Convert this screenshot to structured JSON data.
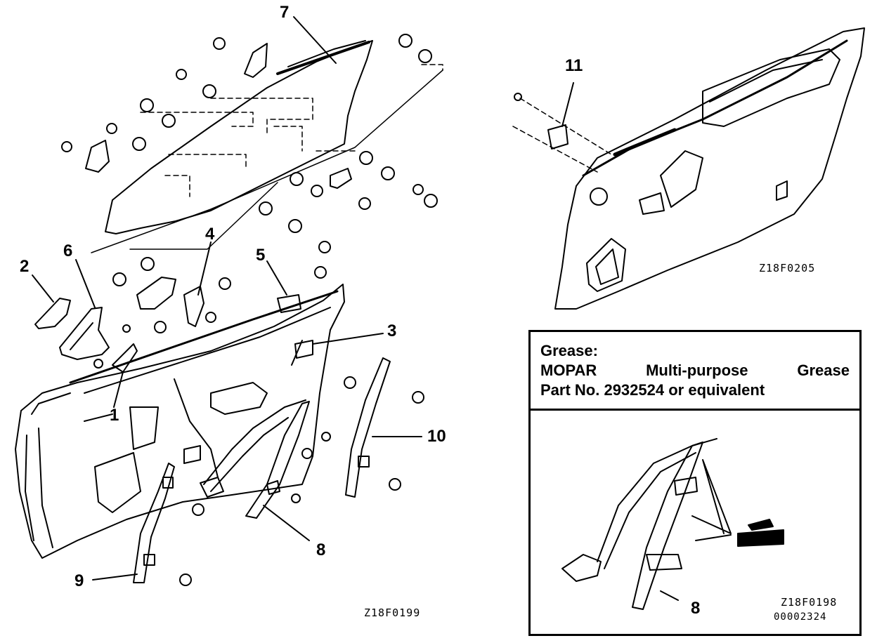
{
  "callouts": {
    "c1": "1",
    "c2": "2",
    "c3": "3",
    "c4": "4",
    "c5": "5",
    "c6": "6",
    "c7": "7",
    "c8": "8",
    "c9": "9",
    "c10": "10",
    "c11": "11",
    "c8b": "8"
  },
  "figure_codes": {
    "main": "Z18F0199",
    "trim": "Z18F0205",
    "inset": "Z18F0198",
    "inset_doc": "00002324"
  },
  "grease": {
    "title": "Grease:",
    "line2_words": [
      "MOPAR",
      "Multi-purpose",
      "Grease"
    ],
    "line3": "Part No. 2932524 or equivalent"
  }
}
